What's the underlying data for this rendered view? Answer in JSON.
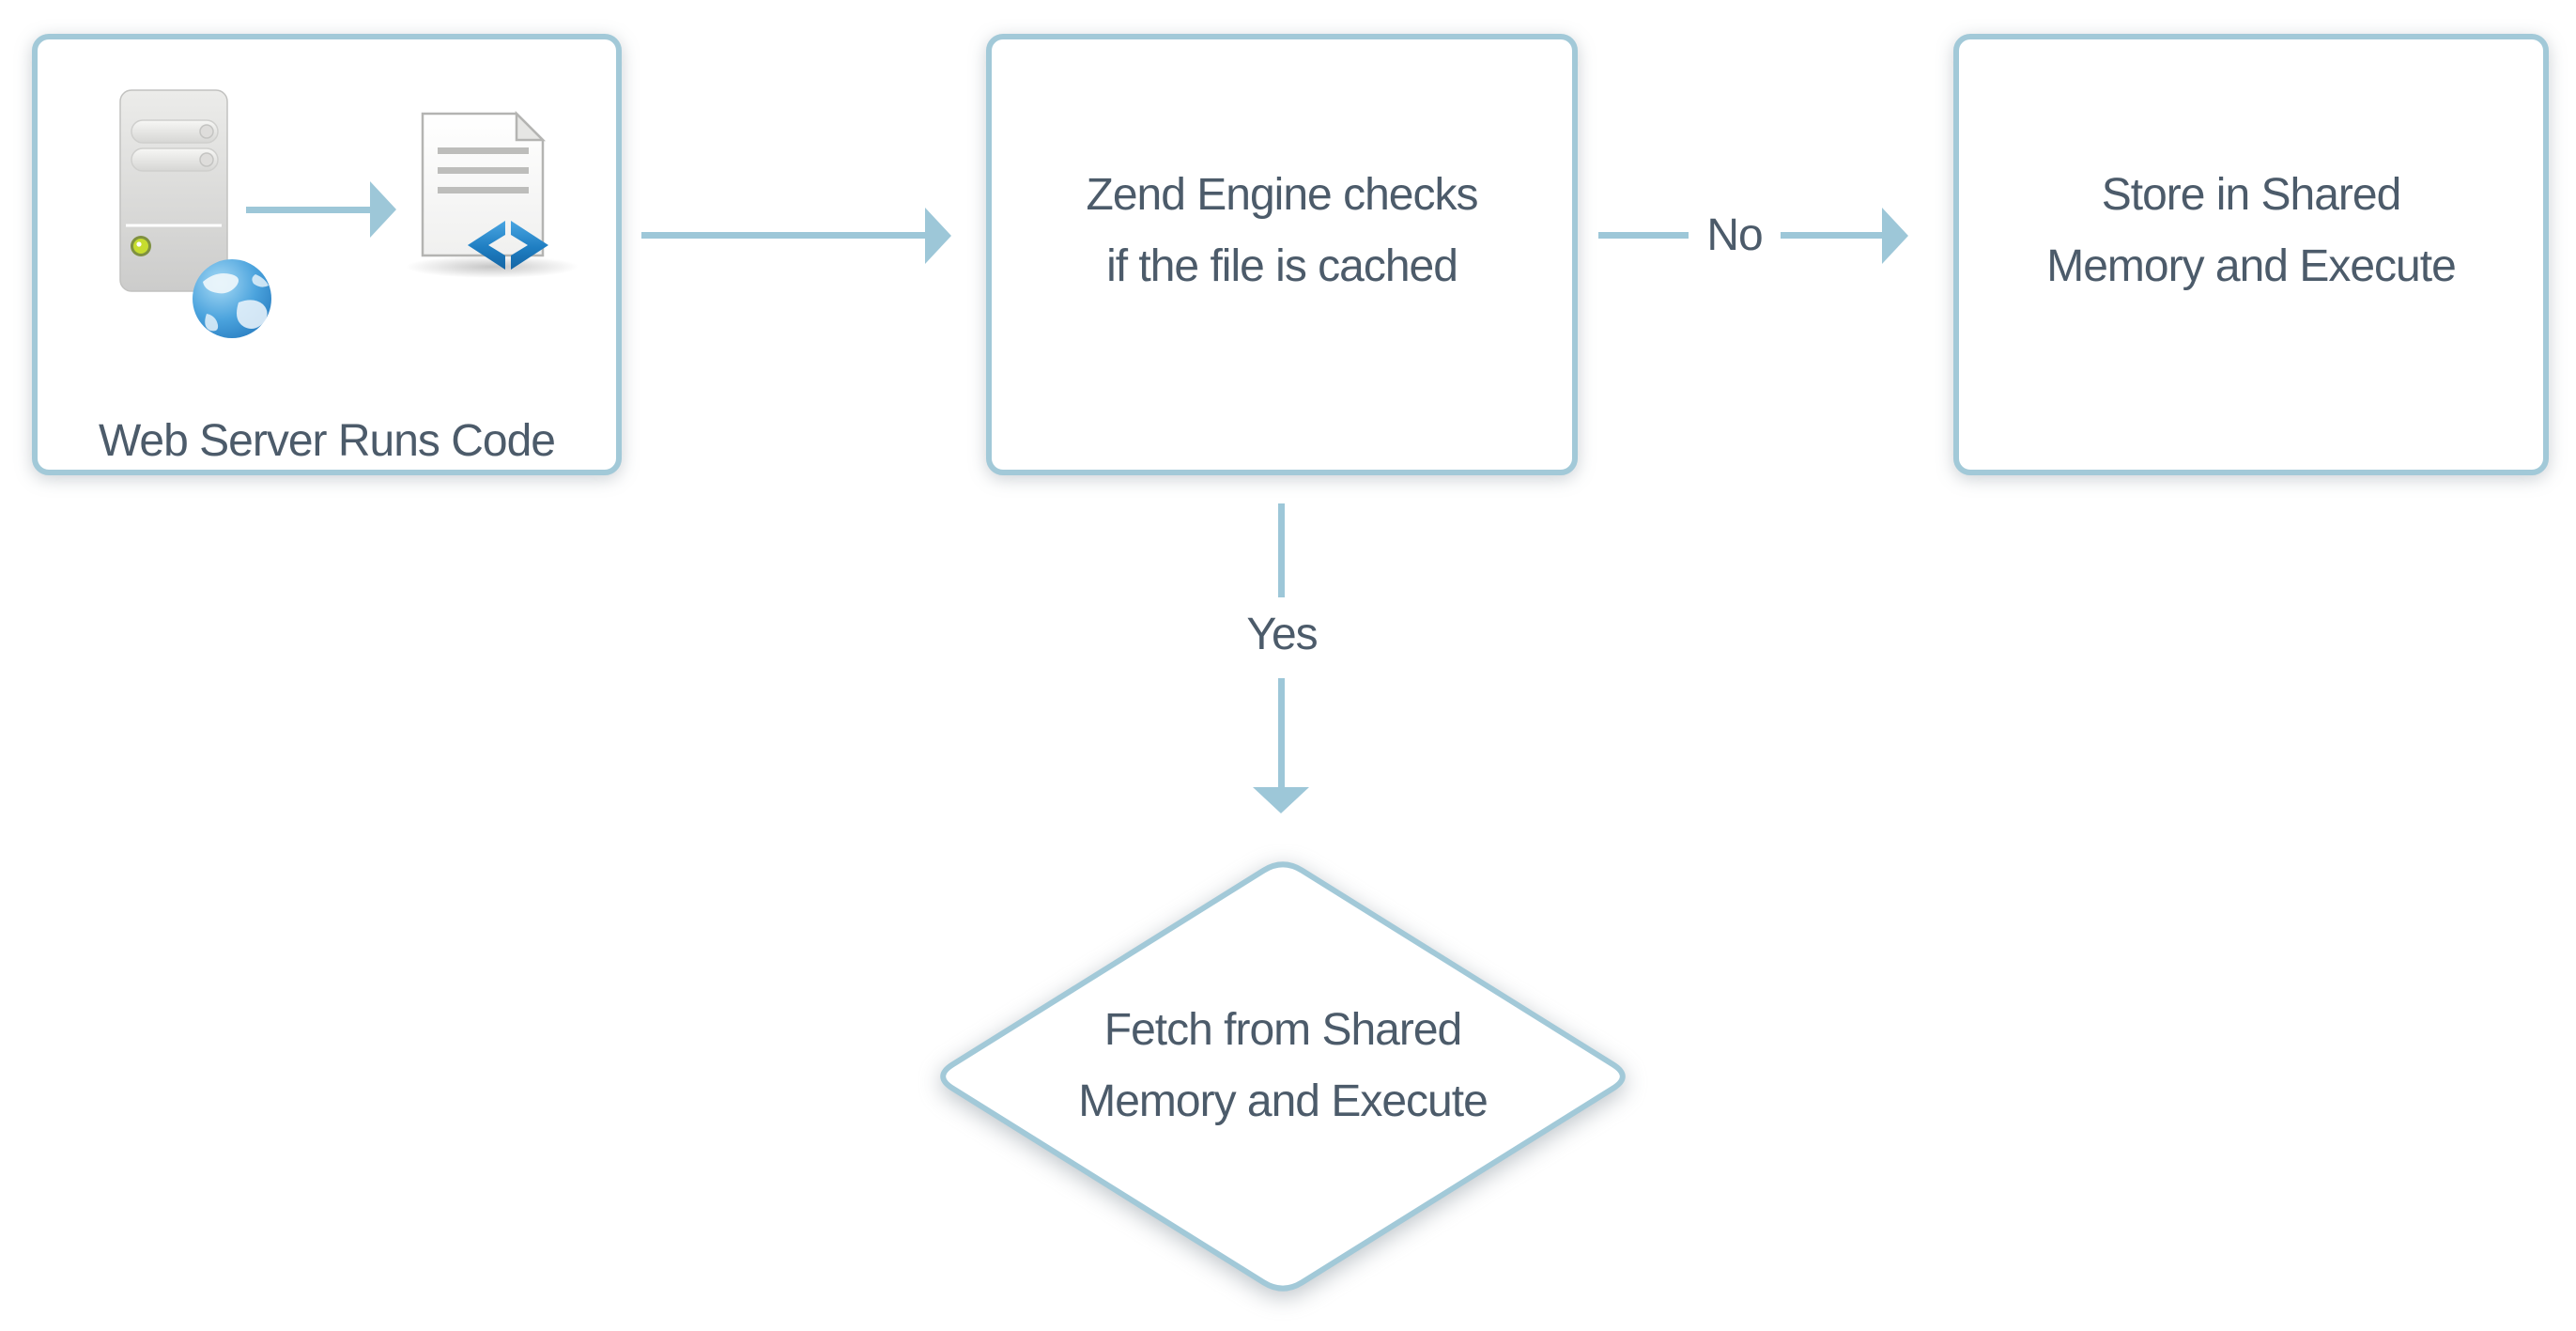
{
  "nodes": {
    "web_server": {
      "label": "Web Server Runs Code"
    },
    "zend_check": {
      "line1": "Zend Engine checks",
      "line2": "if the file is cached"
    },
    "store_shared": {
      "line1": "Store in Shared",
      "line2": "Memory and Execute"
    },
    "fetch_shared": {
      "line1": "Fetch from Shared",
      "line2": "Memory and Execute"
    }
  },
  "edges": {
    "no_label": "No",
    "yes_label": "Yes"
  },
  "icons": [
    "server-tower-icon",
    "globe-icon",
    "arrow-right-icon",
    "code-file-icon"
  ],
  "colors": {
    "background": "#ffffff",
    "node_border": "#a2c9d8",
    "connector": "#9dc7d8",
    "text": "#4c5b6a",
    "code_icon_blue": "#1f7ec2",
    "led_green": "#c6dc2f",
    "globe_blue": "#3b97d3"
  }
}
